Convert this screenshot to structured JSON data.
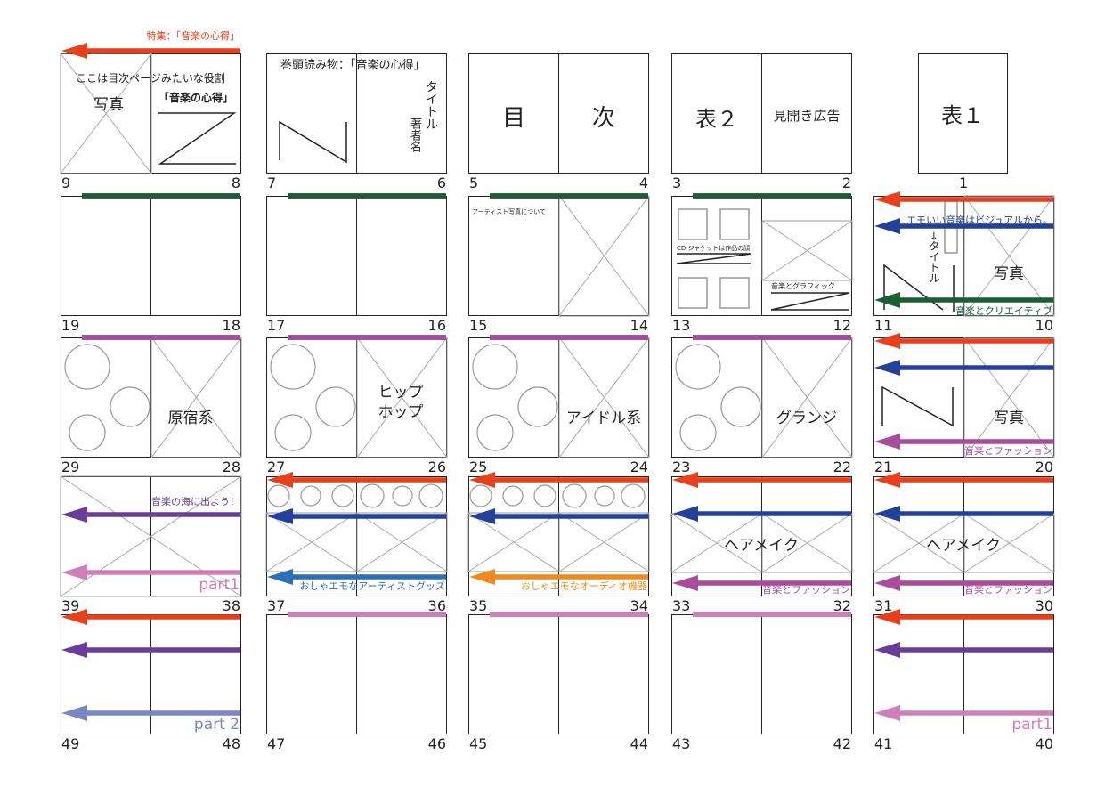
{
  "colors": {
    "red": "#e8401c",
    "blue": "#23409a",
    "green": "#1a5e35",
    "magenta": "#a84d9c",
    "purple": "#6a3d98",
    "pink": "#d080b8",
    "lavender": "#7b86c4",
    "skyblue": "#2a6fb8",
    "orange": "#f08a1a"
  },
  "spreads": [
    {
      "pages": [
        "9",
        "8"
      ],
      "arrows": [
        {
          "color": "red",
          "label": "特集：「音楽の心得」"
        }
      ],
      "texts": [
        "ここは目次ページみたいな役割",
        "写真",
        "「音楽の心得」"
      ]
    },
    {
      "pages": [
        "7",
        "6"
      ],
      "arrows": [],
      "texts": [
        "巻頭読み物：「音楽の心得」",
        "タイトル",
        "著者名"
      ]
    },
    {
      "pages": [
        "5",
        "4"
      ],
      "arrows": [],
      "texts": [
        "目",
        "次"
      ]
    },
    {
      "pages": [
        "3",
        "2"
      ],
      "arrows": [],
      "texts": [
        "表２",
        "見開き広告"
      ]
    },
    {
      "pages": [
        "",
        "1"
      ],
      "arrows": [],
      "texts": [
        "表１"
      ]
    },
    {
      "pages": [
        "19",
        "18"
      ],
      "arrows": [
        {
          "color": "red"
        },
        {
          "color": "blue"
        },
        {
          "color": "green"
        }
      ],
      "texts": []
    },
    {
      "pages": [
        "17",
        "16"
      ],
      "arrows": [
        {
          "color": "red"
        },
        {
          "color": "blue"
        },
        {
          "color": "green"
        }
      ],
      "texts": []
    },
    {
      "pages": [
        "15",
        "14"
      ],
      "arrows": [
        {
          "color": "red"
        },
        {
          "color": "blue"
        },
        {
          "color": "green"
        }
      ],
      "texts": [
        "アーティスト写真について"
      ]
    },
    {
      "pages": [
        "13",
        "12"
      ],
      "arrows": [
        {
          "color": "red"
        },
        {
          "color": "blue"
        },
        {
          "color": "green"
        }
      ],
      "texts": [
        "CD ジャケットは作品の顔",
        "音楽とグラフィック"
      ]
    },
    {
      "pages": [
        "11",
        "10"
      ],
      "arrows": [
        {
          "color": "red"
        },
        {
          "color": "blue",
          "label": "エモいい音楽はビジュアルから。"
        },
        {
          "color": "green",
          "label": "音楽とクリエイティブ"
        }
      ],
      "texts": [
        "→タイトル",
        "写真"
      ]
    },
    {
      "pages": [
        "29",
        "28"
      ],
      "arrows": [
        {
          "color": "red"
        },
        {
          "color": "blue"
        },
        {
          "color": "magenta"
        }
      ],
      "texts": [
        "原宿系"
      ]
    },
    {
      "pages": [
        "27",
        "26"
      ],
      "arrows": [
        {
          "color": "red"
        },
        {
          "color": "blue"
        },
        {
          "color": "magenta"
        }
      ],
      "texts": [
        "ヒップ",
        "ホップ"
      ]
    },
    {
      "pages": [
        "25",
        "24"
      ],
      "arrows": [
        {
          "color": "red"
        },
        {
          "color": "blue"
        },
        {
          "color": "magenta"
        }
      ],
      "texts": [
        "アイドル系"
      ]
    },
    {
      "pages": [
        "23",
        "22"
      ],
      "arrows": [
        {
          "color": "red"
        },
        {
          "color": "blue"
        },
        {
          "color": "magenta"
        }
      ],
      "texts": [
        "グランジ"
      ]
    },
    {
      "pages": [
        "21",
        "20"
      ],
      "arrows": [
        {
          "color": "red"
        },
        {
          "color": "blue"
        },
        {
          "color": "magenta",
          "label": "音楽とファッション"
        }
      ],
      "texts": [
        "写真"
      ]
    },
    {
      "pages": [
        "39",
        "38"
      ],
      "arrows": [
        {
          "color": "purple",
          "label": "音楽の海に出よう！"
        },
        {
          "color": "pink",
          "label": "part1"
        }
      ],
      "texts": []
    },
    {
      "pages": [
        "37",
        "36"
      ],
      "arrows": [
        {
          "color": "red"
        },
        {
          "color": "blue"
        },
        {
          "color": "skyblue",
          "label": "おしゃエモなアーティストグッズ"
        }
      ],
      "texts": []
    },
    {
      "pages": [
        "35",
        "34"
      ],
      "arrows": [
        {
          "color": "red"
        },
        {
          "color": "blue"
        },
        {
          "color": "orange",
          "label": "おしゃエモなオーディオ機器"
        }
      ],
      "texts": []
    },
    {
      "pages": [
        "33",
        "32"
      ],
      "arrows": [
        {
          "color": "red"
        },
        {
          "color": "blue"
        },
        {
          "color": "magenta",
          "label": "音楽とファッション"
        }
      ],
      "texts": [
        "ヘアメイク"
      ]
    },
    {
      "pages": [
        "31",
        "30"
      ],
      "arrows": [
        {
          "color": "red"
        },
        {
          "color": "blue"
        },
        {
          "color": "magenta",
          "label": "音楽とファッション"
        }
      ],
      "texts": [
        "ヘアメイク"
      ]
    },
    {
      "pages": [
        "49",
        "48"
      ],
      "arrows": [
        {
          "color": "red"
        },
        {
          "color": "purple"
        },
        {
          "color": "lavender",
          "label": "part 2"
        }
      ],
      "texts": []
    },
    {
      "pages": [
        "47",
        "46"
      ],
      "arrows": [
        {
          "color": "red"
        },
        {
          "color": "purple"
        },
        {
          "color": "pink"
        }
      ],
      "texts": []
    },
    {
      "pages": [
        "45",
        "44"
      ],
      "arrows": [
        {
          "color": "red"
        },
        {
          "color": "purple"
        },
        {
          "color": "pink"
        }
      ],
      "texts": []
    },
    {
      "pages": [
        "43",
        "42"
      ],
      "arrows": [
        {
          "color": "red"
        },
        {
          "color": "purple"
        },
        {
          "color": "pink"
        }
      ],
      "texts": []
    },
    {
      "pages": [
        "41",
        "40"
      ],
      "arrows": [
        {
          "color": "red"
        },
        {
          "color": "purple"
        },
        {
          "color": "pink",
          "label": "part1"
        }
      ],
      "texts": []
    }
  ]
}
